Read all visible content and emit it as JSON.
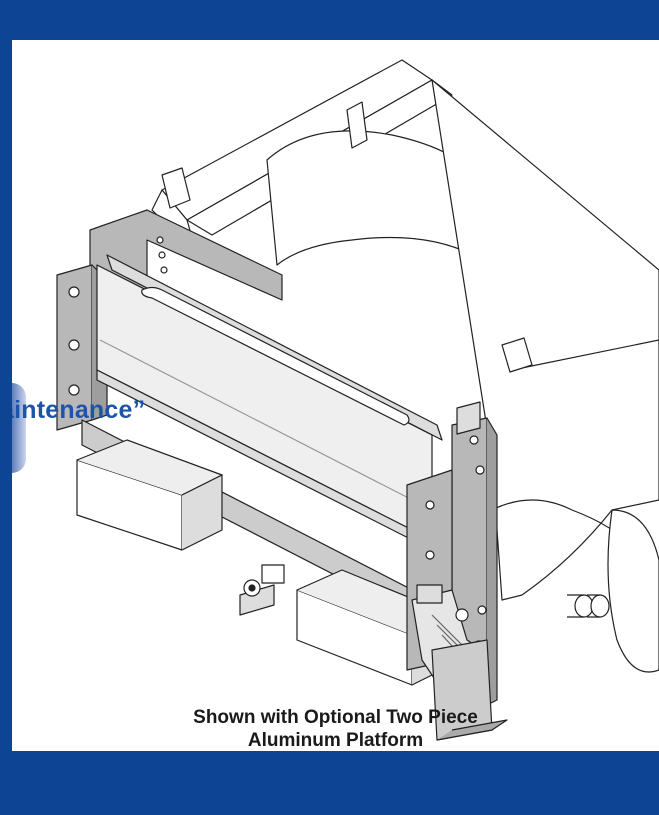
{
  "overlay": {
    "text": "aintenance”"
  },
  "caption": {
    "line1": "Shown with Optional Two Piece",
    "line2": "Aluminum Platform"
  },
  "colors": {
    "border": "#0d4594",
    "overlay_text": "#1c55a8",
    "caption_text": "#1a1a1a",
    "line_art": "#222222",
    "platform_fill": "#efefef",
    "bracket_fill": "#b8b8b8"
  }
}
